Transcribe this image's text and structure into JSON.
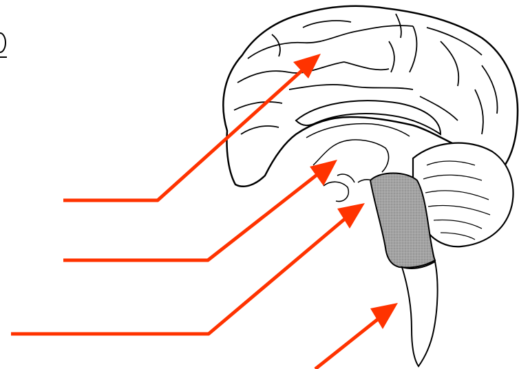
{
  "diagram": {
    "subject": "brain-sagittal-section",
    "pointer_count": 4,
    "colors": {
      "arrow": "#ff3300",
      "outline": "#000000",
      "brainstem_fill": "#9a9a9a",
      "background": "#ffffff"
    },
    "pointers": [
      {
        "target": "cerebrum",
        "icon": "arrow-icon"
      },
      {
        "target": "midbrain",
        "icon": "arrow-icon"
      },
      {
        "target": "pons",
        "icon": "arrow-icon"
      },
      {
        "target": "spinal-cord",
        "icon": "arrow-icon"
      }
    ]
  }
}
